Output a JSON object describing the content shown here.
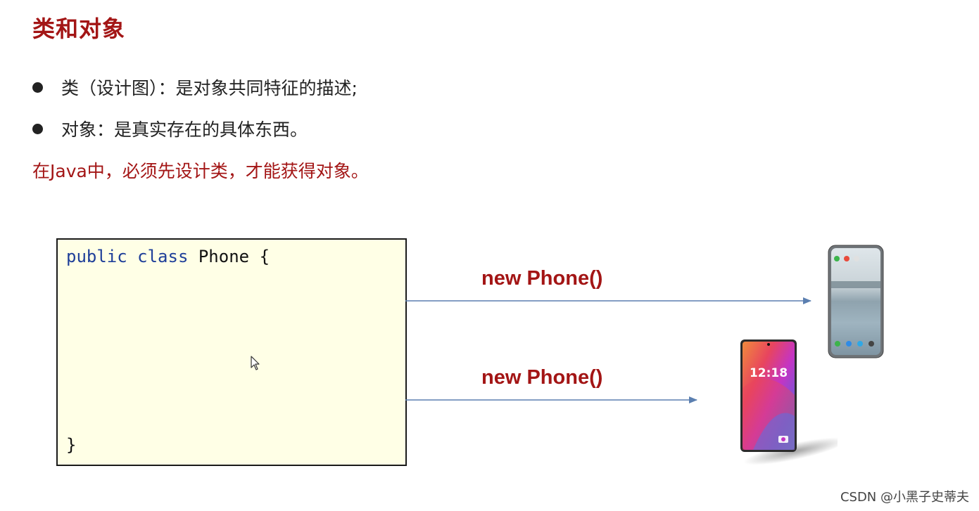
{
  "title": "类和对象",
  "bullets": [
    "类（设计图）：是对象共同特征的描述;",
    "对象：是真实存在的具体东西。"
  ],
  "note": "在Java中，必须先设计类，才能获得对象。",
  "code": {
    "keyword_public": "public",
    "keyword_class": "class",
    "class_name": "Phone",
    "open_brace": "{",
    "close_brace": "}"
  },
  "arrows": [
    {
      "label": "new Phone()"
    },
    {
      "label": "new Phone()"
    }
  ],
  "phone_screen_time": "12:18",
  "watermark": "CSDN @小黑子史蒂夫",
  "colors": {
    "title_red": "#a31515",
    "keyword_blue": "#1f3f99",
    "code_bg": "#ffffe6",
    "arrow_blue": "#5b7fb0"
  }
}
